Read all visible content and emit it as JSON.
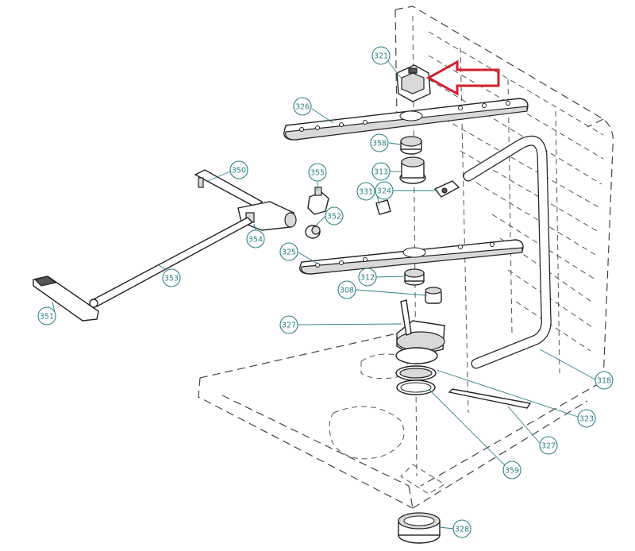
{
  "callouts": [
    {
      "id": "c321",
      "label": "321"
    },
    {
      "id": "c326",
      "label": "326"
    },
    {
      "id": "c358",
      "label": "358"
    },
    {
      "id": "c313",
      "label": "313"
    },
    {
      "id": "c331",
      "label": "331"
    },
    {
      "id": "c324",
      "label": "324"
    },
    {
      "id": "c350",
      "label": "350"
    },
    {
      "id": "c355",
      "label": "355"
    },
    {
      "id": "c352",
      "label": "352"
    },
    {
      "id": "c354",
      "label": "354"
    },
    {
      "id": "c325",
      "label": "325"
    },
    {
      "id": "c312",
      "label": "312"
    },
    {
      "id": "c308",
      "label": "308"
    },
    {
      "id": "c353",
      "label": "353"
    },
    {
      "id": "c351",
      "label": "351"
    },
    {
      "id": "c327a",
      "label": "327"
    },
    {
      "id": "c318",
      "label": "318"
    },
    {
      "id": "c323",
      "label": "323"
    },
    {
      "id": "c327b",
      "label": "327"
    },
    {
      "id": "c359",
      "label": "359"
    },
    {
      "id": "c328",
      "label": "328"
    }
  ],
  "colors": {
    "callout": "#2f7f88",
    "highlight_arrow": "#d0202a",
    "line": "#222222"
  },
  "highlight": {
    "target": "321",
    "icon": "left-arrow-icon"
  }
}
